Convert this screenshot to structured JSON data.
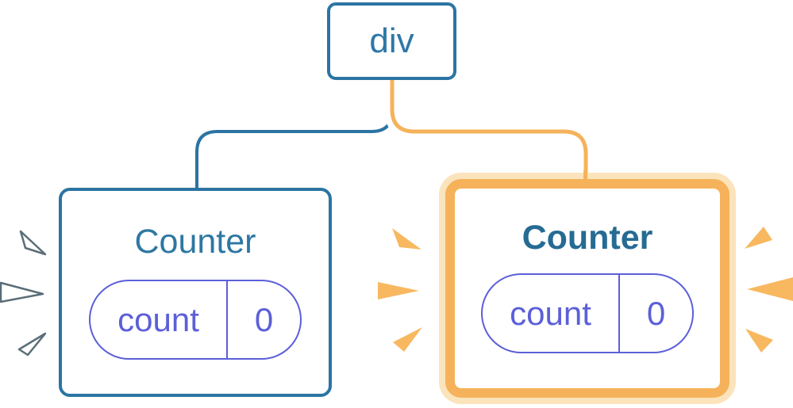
{
  "diagram": {
    "root_node": {
      "label": "div"
    },
    "left_counter": {
      "title": "Counter",
      "state_pill": {
        "key": "count",
        "value": "0"
      }
    },
    "right_counter": {
      "title": "Counter",
      "state_pill": {
        "key": "count",
        "value": "0"
      }
    },
    "colors": {
      "tree_blue": "#2b74a3",
      "title_blue": "#2e77a3",
      "title_blue_bold": "#266b93",
      "state_purple": "#5c5fd8",
      "highlight_orange": "#f6b25a",
      "highlight_peach": "#fbe3bb",
      "spark_orange": "#f8b860",
      "spark_white": "#ffffff"
    }
  }
}
